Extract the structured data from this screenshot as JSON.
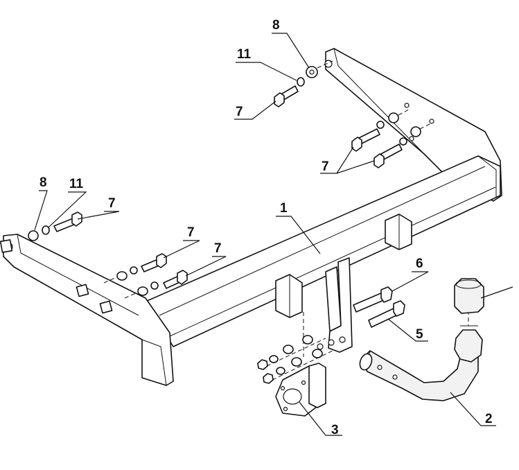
{
  "callouts": {
    "c1": "1",
    "c2": "2",
    "c3": "3",
    "c5": "5",
    "c6": "6",
    "c7_top": "7",
    "c7_right": "7",
    "c7_left_top": "7",
    "c7_left_mid": "7",
    "c7_left_low": "7",
    "c8_top": "8",
    "c8_left": "8",
    "c11_top": "11",
    "c11_left": "11"
  },
  "colors": {
    "line": "#111111",
    "background": "#ffffff"
  }
}
